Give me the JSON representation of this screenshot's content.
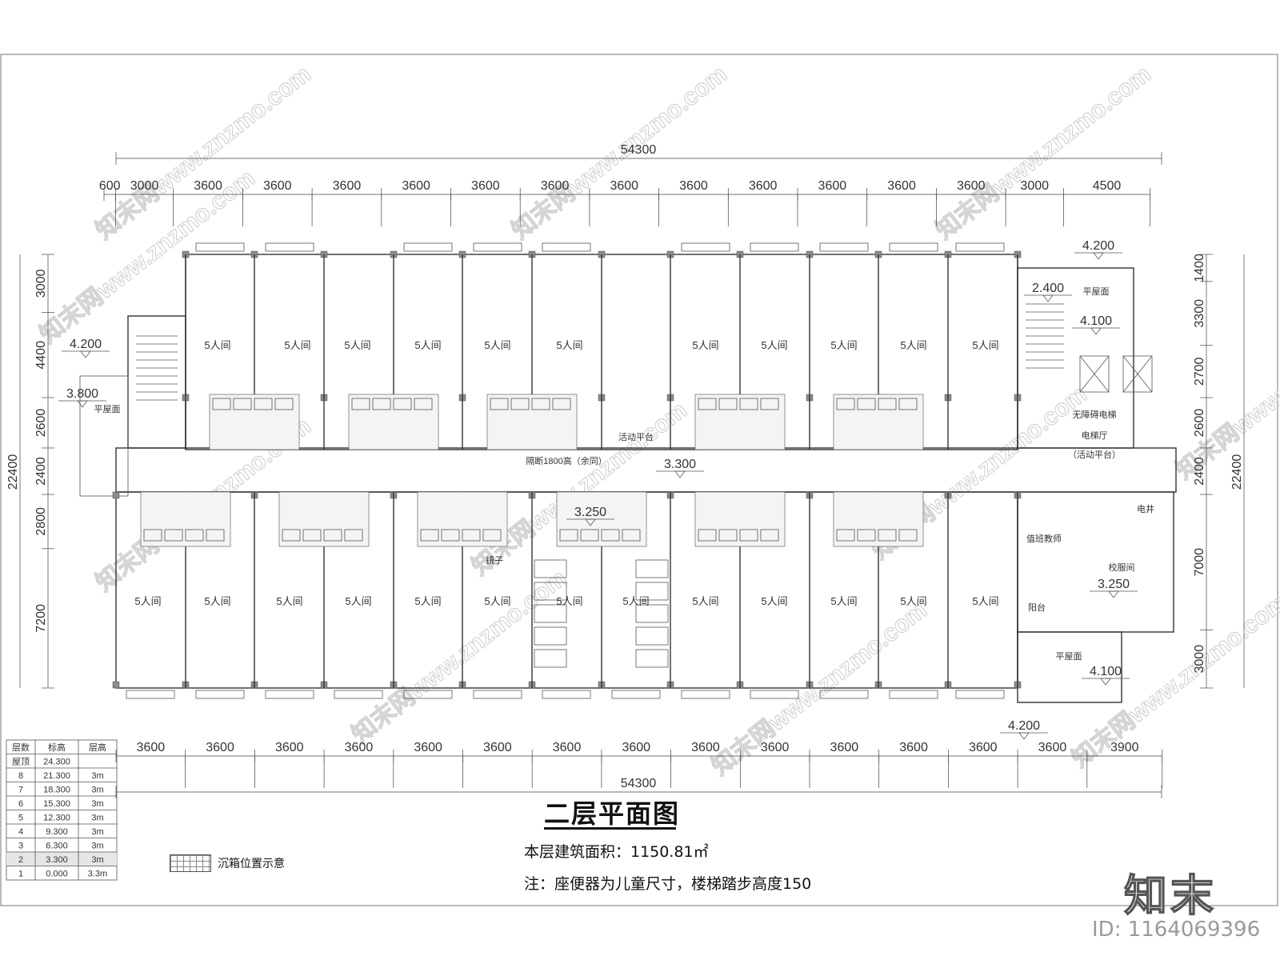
{
  "drawing": {
    "title": "二层平面图",
    "area": "本层建筑面积：1150.81㎡",
    "note": "注：座便器为儿童尺寸，楼梯踏步高度150",
    "legend_label": "沉箱位置示意",
    "logo_text": "知末",
    "id_text": "ID: 1164069396",
    "watermark": "知末网www.znzmo.com"
  },
  "dims": {
    "total_top": "54300",
    "total_bottom": "54300",
    "total_side": "22400",
    "top": [
      "600",
      "3000",
      "3600",
      "3600",
      "3600",
      "3600",
      "3600",
      "3600",
      "3600",
      "3600",
      "3600",
      "3600",
      "3600",
      "3600",
      "3000",
      "4500"
    ],
    "bottom": [
      "3600",
      "3600",
      "3600",
      "3600",
      "3600",
      "3600",
      "3600",
      "3600",
      "3600",
      "3600",
      "3600",
      "3600",
      "3600",
      "3600",
      "3900"
    ],
    "left": [
      "3000",
      "4400",
      "2600",
      "2400",
      "2800",
      "7200"
    ],
    "right": [
      "1400",
      "3300",
      "2700",
      "2600",
      "2400",
      "7000",
      "3000"
    ]
  },
  "rooms": {
    "dorm": "5人间",
    "activity": "活动平台",
    "elevator_hall": "电梯厅",
    "elevator_hall_sub": "（活动平台）",
    "accessible_lift": "无障碍电梯",
    "duty": "值班教师",
    "uniform": "校服间",
    "balcony": "阳台",
    "shaft": "电井",
    "roof": "平屋面",
    "partition": "隔断1800高（余同）",
    "mirror": "镜子"
  },
  "elevations": [
    "4.200",
    "3.800",
    "3.300",
    "2.400",
    "4.100",
    "3.250",
    "3.250",
    "4.100",
    "4.200",
    "4.200"
  ],
  "floor_table": {
    "headers": [
      "层数",
      "标高",
      "层高"
    ],
    "rows": [
      [
        "屋顶",
        "24.300",
        ""
      ],
      [
        "8",
        "21.300",
        "3m"
      ],
      [
        "7",
        "18.300",
        "3m"
      ],
      [
        "6",
        "15.300",
        "3m"
      ],
      [
        "5",
        "12.300",
        "3m"
      ],
      [
        "4",
        "9.300",
        "3m"
      ],
      [
        "3",
        "6.300",
        "3m"
      ],
      [
        "2",
        "3.300",
        "3m"
      ],
      [
        "1",
        "0.000",
        "3.3m"
      ]
    ],
    "highlight_label": "2"
  }
}
